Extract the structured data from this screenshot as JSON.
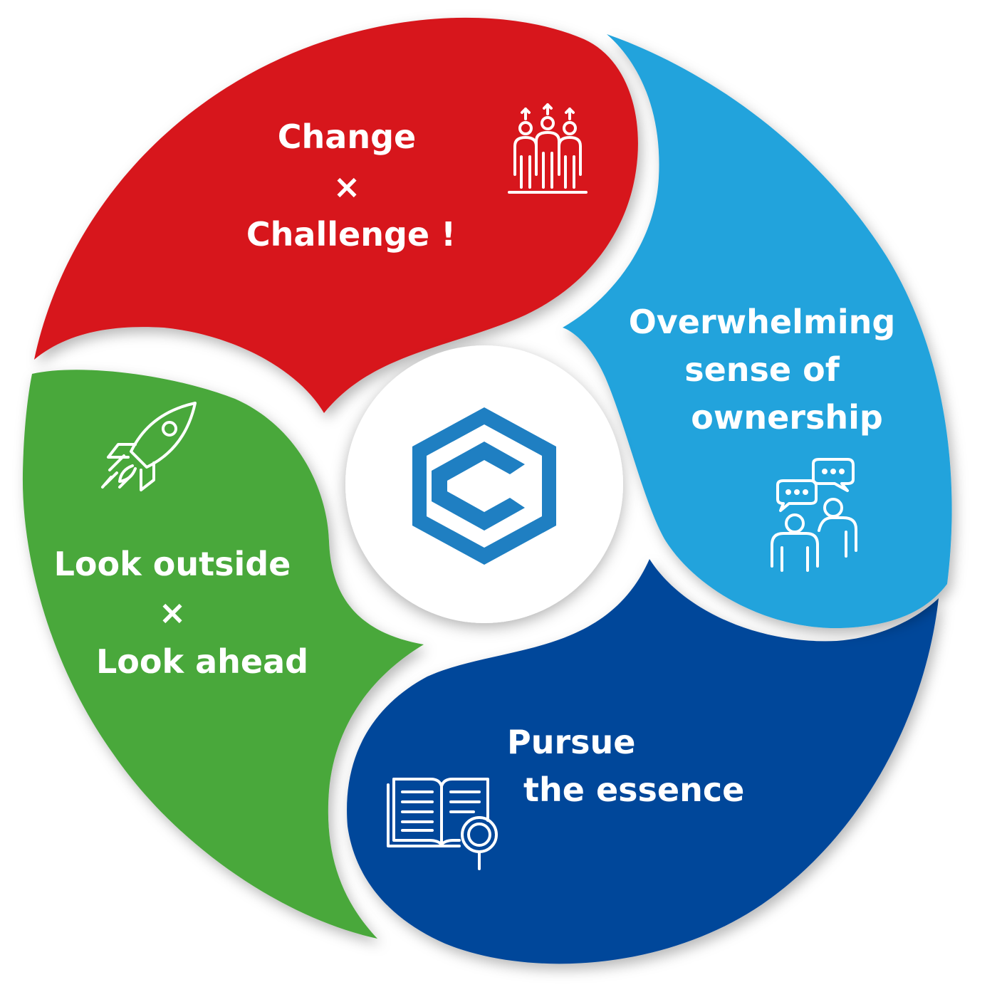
{
  "segments": [
    {
      "id": "red",
      "color": "#d7161b",
      "lines": [
        "Change",
        "×",
        "Challenge !"
      ],
      "icon": "people-growth-icon"
    },
    {
      "id": "light-blue",
      "color": "#21a3dc",
      "lines": [
        "Overwhelming",
        "sense of",
        "ownership"
      ],
      "icon": "people-discussion-icon"
    },
    {
      "id": "dark-blue",
      "color": "#05479a",
      "lines": [
        "Pursue",
        "the essence"
      ],
      "icon": "book-magnifier-icon"
    },
    {
      "id": "green",
      "color": "#48a83a",
      "lines": [
        "Look outside",
        "×",
        "Look ahead"
      ],
      "icon": "rocket-icon"
    }
  ],
  "center": {
    "logo": "hexagon-c-logo",
    "logo_color": "#1f7fc2",
    "background": "#ffffff"
  }
}
